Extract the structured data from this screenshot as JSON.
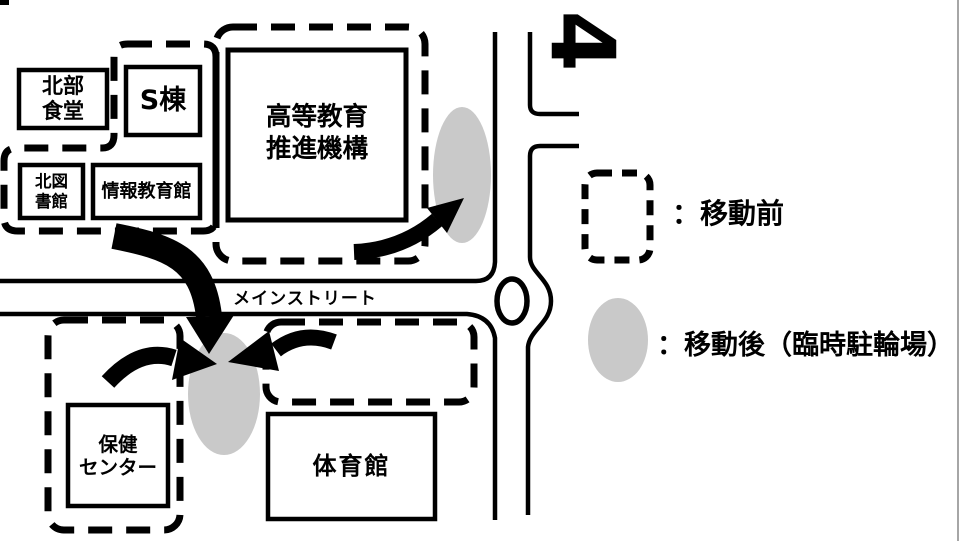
{
  "map": {
    "route_number": "4",
    "street_label": "メインストリート",
    "buildings": [
      {
        "id": "hokubu-shokudo",
        "label": "北部\n食堂"
      },
      {
        "id": "s-building",
        "label": "S棟"
      },
      {
        "id": "kita-library",
        "label": "北図\n書館"
      },
      {
        "id": "joho-kyoikukan",
        "label": "情報教育館"
      },
      {
        "id": "koto-kyoiku-suishin-kiko",
        "label": "高等教育\n推進機構"
      },
      {
        "id": "hoken-center",
        "label": "保健\nセンター"
      },
      {
        "id": "taiikukan",
        "label": "体育館"
      }
    ]
  },
  "legend": {
    "before_label": "：移動前",
    "after_label": "：移動後（臨時駐輪場）"
  },
  "colors": {
    "line": "#000000",
    "temp_parking_fill": "#c9c9c9",
    "background": "#ffffff"
  }
}
